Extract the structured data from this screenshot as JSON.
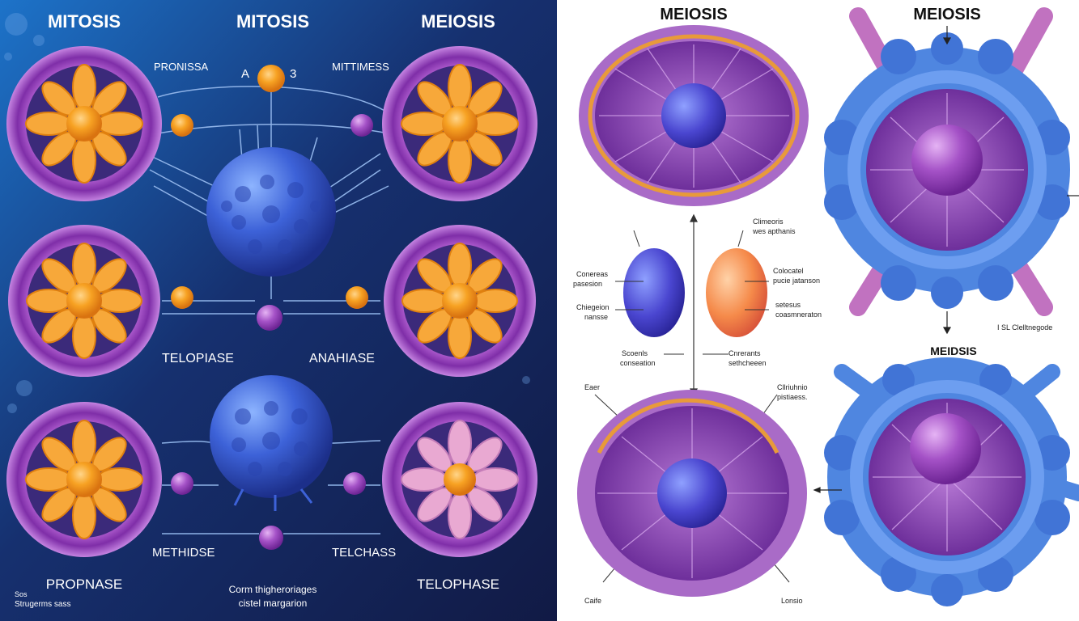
{
  "left_panel": {
    "headings": [
      "MITOSIS",
      "MITOSIS",
      "MEIOSIS"
    ],
    "labels": {
      "pronissa": "PRONISSA",
      "a": "A",
      "three": "3",
      "mittimess": "MITTIMESS",
      "telophase_left": "TELOPIASE",
      "anahiase": "ANAHIASE",
      "methidse": "METHIDSE",
      "telchass": "TELCHASS",
      "prophase": "PROPNASE",
      "telophase_right": "TELOPHASE"
    },
    "caption": {
      "line1": "Corm thigheroriages",
      "line2": "cistel margarion"
    },
    "corner_note": {
      "line1": "Sos",
      "line2": "Strugerms sass"
    },
    "background_color": "#0f1e52"
  },
  "right_panel": {
    "headings": [
      "MEIOSIS",
      "MEIOSIS",
      "MEIDSIS"
    ],
    "labels": {
      "top_right_a": "Climeoris",
      "top_right_b": "wes apthanis",
      "left_a": "Conereas",
      "left_b": "pasesion",
      "left_c": "Chiegeion",
      "left_d": "nansse",
      "right_a": "Colocatel",
      "right_b": "pucie jatanson",
      "right_c": "setesus",
      "right_d": "coasmneraton",
      "bottom_left_a": "Scoenls",
      "bottom_left_b": "conseation",
      "bottom_right_a": "Cnrerants",
      "bottom_right_b": "sethcheeen",
      "eaer": "Eaer",
      "right_mid_a": "Cllriuhnio",
      "right_mid_b": "pistiaess.",
      "far_right": "I SL Clelltnegode",
      "bottom_corner_left": "Caife",
      "bottom_corner_right": "Lonsio"
    },
    "background_color": "#ffffff"
  },
  "colors": {
    "membrane_purple": "#9a3fb3",
    "nucleus_orange": "#f5a21f",
    "cluster_blue": "#3d62d8",
    "line_color": "#8fb3e8"
  }
}
